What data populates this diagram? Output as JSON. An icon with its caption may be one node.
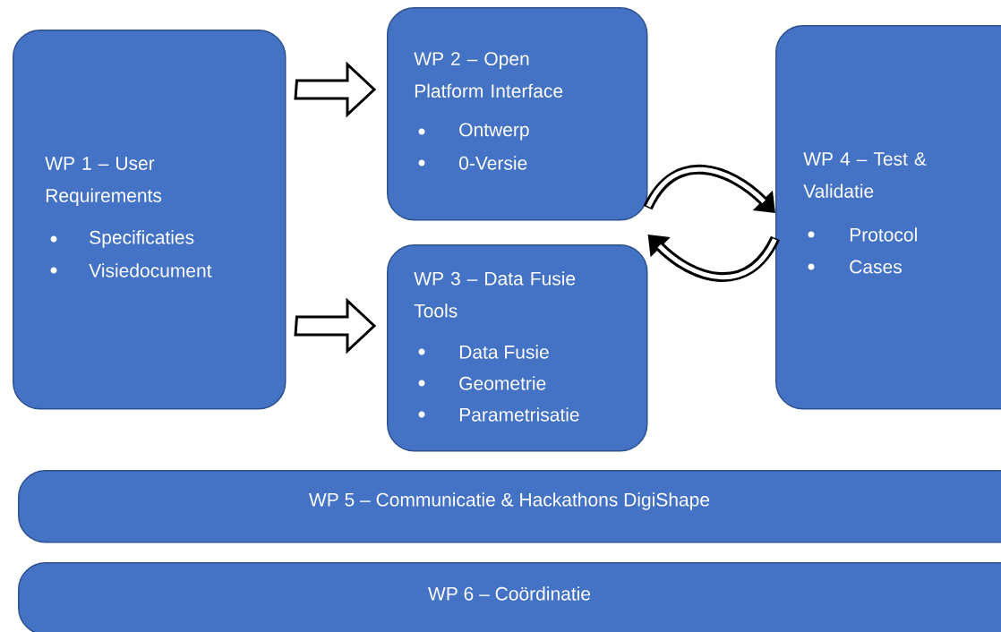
{
  "diagram": {
    "nodes": [
      {
        "text": [
          "WP 1 – User Requirements",
          "Specificaties",
          "Visiedocument"
        ]
      },
      {
        "text": [
          "WP 2 – Open Platform Interface",
          "Ontwerp",
          "0-Versie"
        ]
      },
      {
        "text": [
          "WP 3 – Data Fusie Tools",
          "Data Fusie",
          "Geometrie",
          "Parametrisatie"
        ]
      },
      {
        "text": [
          "WP 4 – Test & Validatie",
          "Protocol",
          "Cases"
        ]
      },
      {
        "text": [
          "WP 5 – Communicatie & Hackathons DigiShape"
        ]
      },
      {
        "text": [
          "WP 6 – Coördinatie"
        ]
      }
    ],
    "edges": [
      {
        "from": 0,
        "to": 1,
        "arrow": "to"
      },
      {
        "from": 0,
        "to": 2,
        "arrow": "to"
      },
      {
        "from": 1,
        "to": 3,
        "arrow": "to"
      },
      {
        "from": 3,
        "to": 2,
        "arrow": "to"
      }
    ]
  }
}
